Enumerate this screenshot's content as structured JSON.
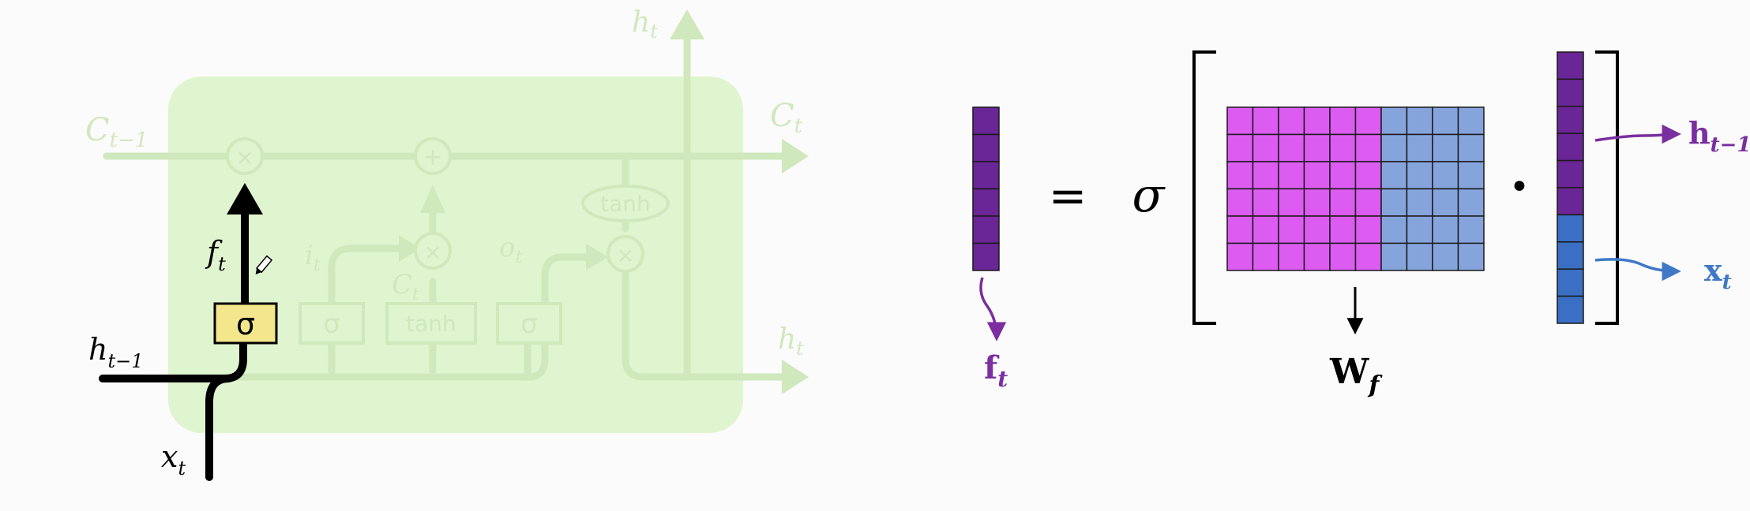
{
  "lstm_cell": {
    "labels": {
      "h_t_top": "h",
      "h_t_top_sub": "t",
      "c_prev": "C",
      "c_prev_sub": "t−1",
      "c_t": "C",
      "c_t_sub": "t",
      "f_t": "f",
      "f_t_sub": "t",
      "i_t": "i",
      "i_t_sub": "t",
      "c_tilde": "C",
      "c_tilde_sub": "t",
      "o_t": "o",
      "o_t_sub": "t",
      "h_t_right": "h",
      "h_t_right_sub": "t",
      "h_prev": "h",
      "h_prev_sub": "t−1",
      "x_t": "x",
      "x_t_sub": "t"
    },
    "gates": {
      "forget_sigma": "σ",
      "input_sigma": "σ",
      "candidate_tanh": "tanh",
      "output_sigma": "σ",
      "cell_tanh": "tanh"
    },
    "ops": {
      "multiply": "×",
      "add": "+"
    },
    "colors": {
      "cell_fill": "#dff5cf",
      "faded_line": "#cfe8bc",
      "highlight": "#000000",
      "sigma_fill": "#f3e68d"
    }
  },
  "equation": {
    "equals": "=",
    "sigma": "σ",
    "dot": "•",
    "f_t_label": "f",
    "f_t_label_sub": "t",
    "w_f_label": "W",
    "w_f_label_sub": "f",
    "h_prev_label": "h",
    "h_prev_label_sub": "t−1",
    "x_t_label": "x",
    "x_t_label_sub": "t",
    "colors": {
      "dark_purple": "#6a2596",
      "magenta": "#dc5cf1",
      "light_blue": "#86a4dc",
      "blue": "#3a6fc4",
      "h_arrow": "#7a2ea0",
      "x_arrow": "#3f78c7"
    }
  }
}
